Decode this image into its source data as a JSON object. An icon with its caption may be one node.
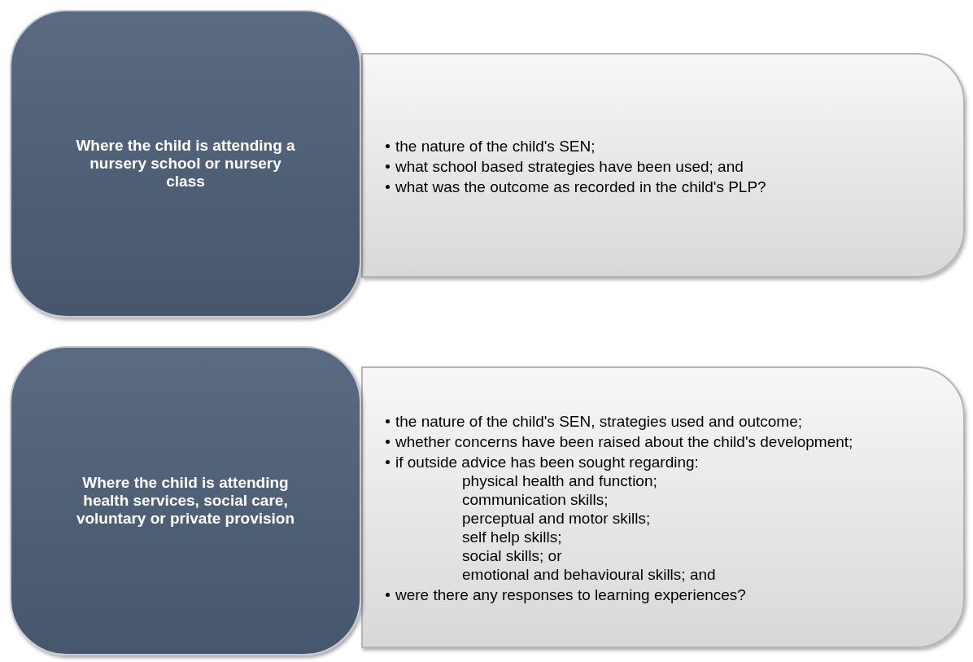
{
  "diagram": {
    "nodes": [
      {
        "text": [
          "Where the child is attending a nursery school or nursery class"
        ]
      },
      {
        "text": [
          "the nature of the child's SEN;",
          "what school based strategies have been used; and",
          "what was the outcome as recorded in the child's PLP?"
        ]
      },
      {
        "text": [
          "Where the child is attending health services, social care, voluntary or private provision"
        ]
      },
      {
        "text": [
          "the nature of the child's SEN, strategies used and outcome;",
          "whether concerns have been raised about the child's development;",
          "if outside advice has been sought regarding:",
          "physical health and function;",
          "communication skills;",
          "perceptual and motor skills;",
          "self help skills;",
          "social skills; or",
          "emotional and behavioural skills; and",
          "were there any responses to learning experiences?"
        ]
      }
    ]
  }
}
